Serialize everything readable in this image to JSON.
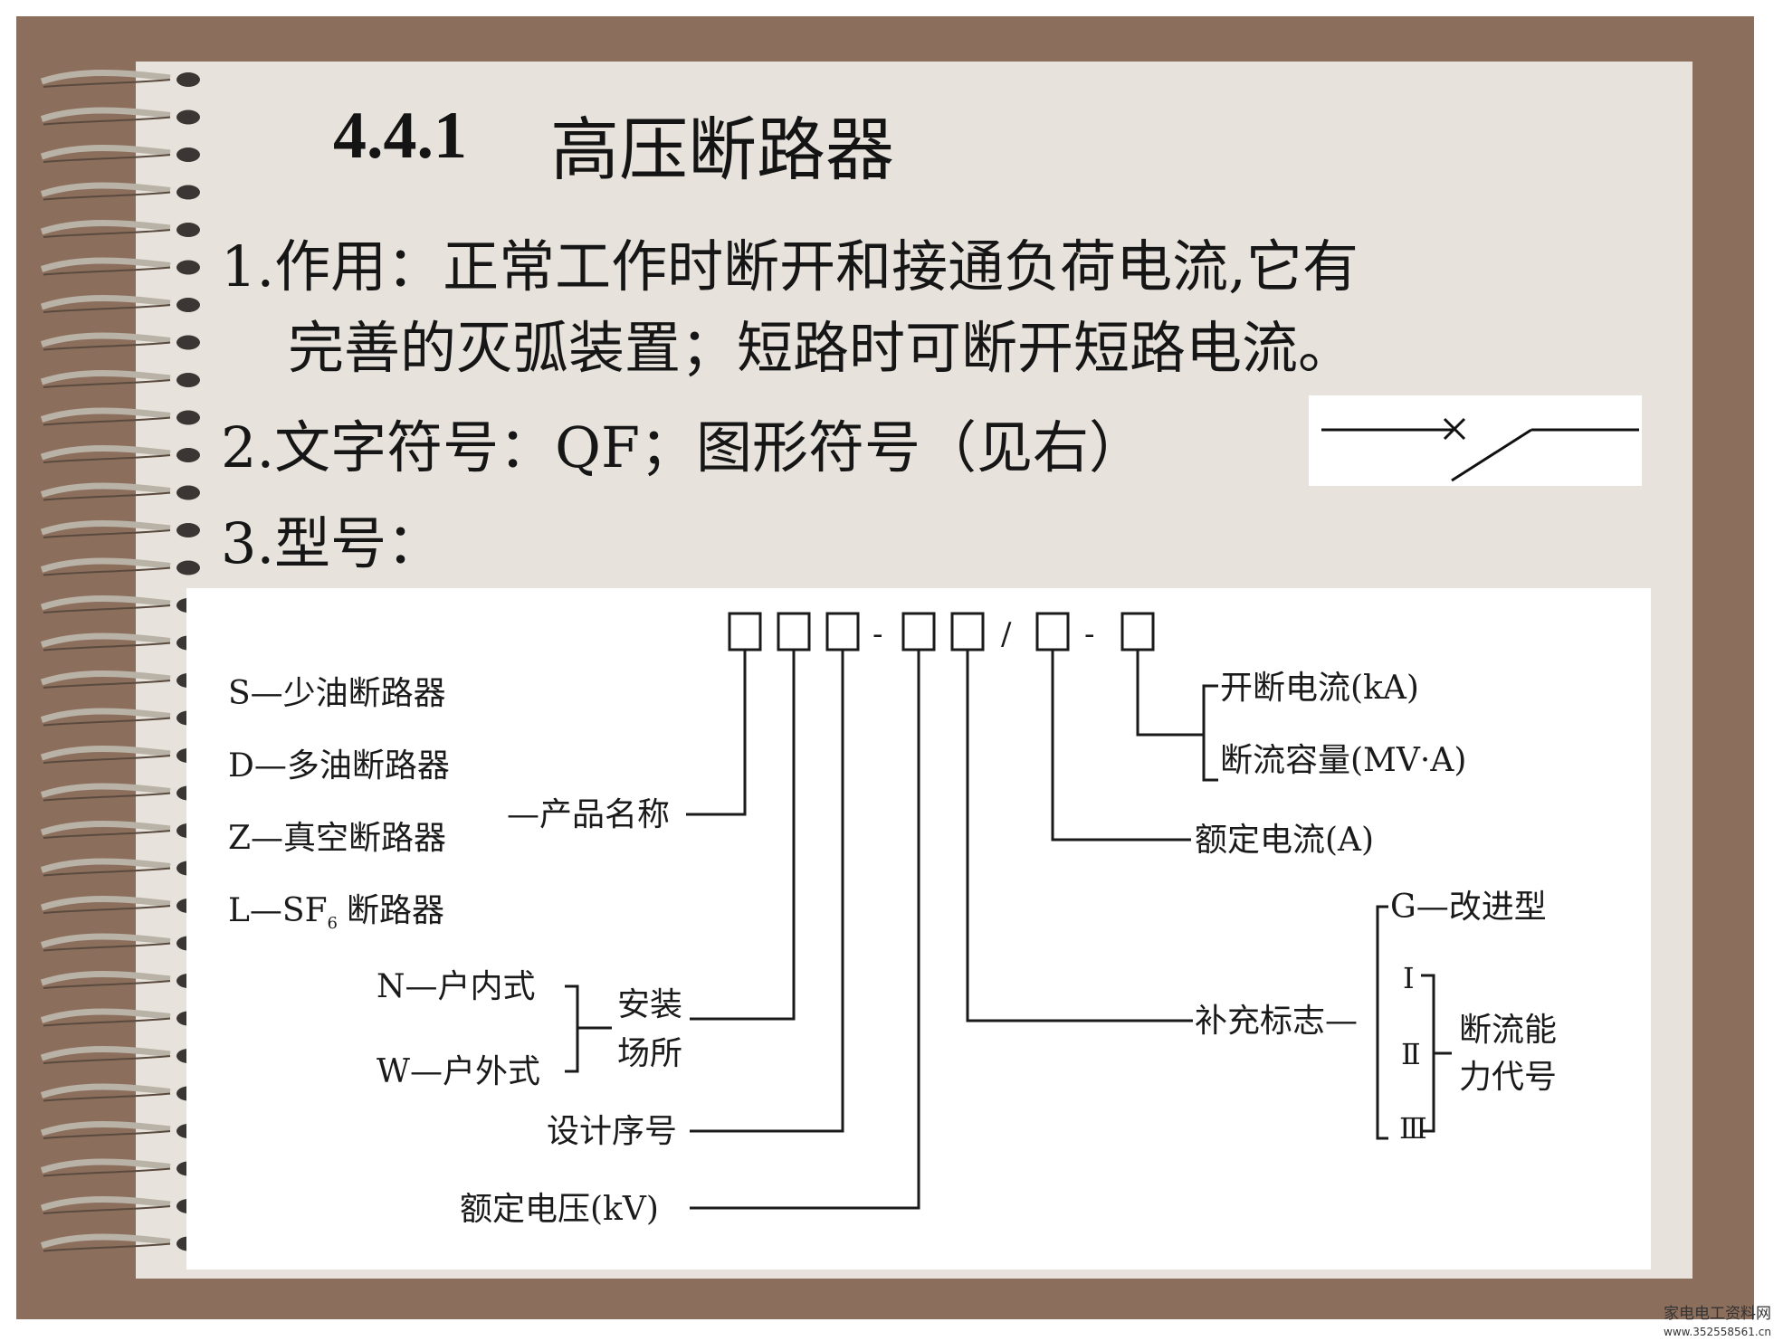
{
  "slide": {
    "title_number": "4.4.1",
    "title_text": "高压断路器",
    "item1_line1": "1.作用：正常工作时断开和接通负荷电流,它有",
    "item1_line2": "完善的灭弧装置；短路时可断开短路电流。",
    "item2": "2.文字符号：QF；图形符号（见右）",
    "item3": "3.型号："
  },
  "diagram": {
    "sep_dash": "-",
    "sep_slash": "/",
    "product_types": [
      "S—少油断路器",
      "D—多油断路器",
      "Z—真空断路器",
      "L—SF"
    ],
    "sf_subscript": "6",
    "sf_suffix": "断路器",
    "product_name": "—产品名称",
    "install_options": [
      "N—户内式",
      "W—户外式"
    ],
    "install_place_1": "安装",
    "install_place_2": "场所",
    "design_number": "设计序号",
    "rated_voltage": "额定电压(kV)",
    "breaking_current": "开断电流(kA)",
    "breaking_capacity": "断流容量(MV·A)",
    "rated_current": "额定电流(A)",
    "improved": "G—改进型",
    "supplement": "补充标志—",
    "roman_1": "Ⅰ",
    "roman_2": "Ⅱ",
    "roman_3": "Ⅲ",
    "capacity_code_1": "断流能",
    "capacity_code_2": "力代号"
  },
  "watermark": {
    "line1": "家电电工资料网",
    "line2": "www.352558561.cn"
  },
  "colors": {
    "frame": "#8c6e5c",
    "paper": "#e7e3dc",
    "text": "#161616",
    "diagram_bg": "#ffffff"
  }
}
